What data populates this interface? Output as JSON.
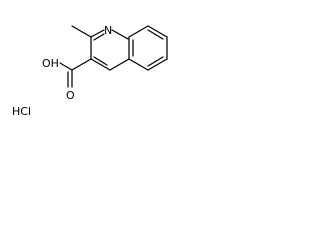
{
  "molecule": {
    "labels": {
      "nitrogen": "N",
      "hydroxyl": "OH",
      "carbonyl_oxygen": "O",
      "salt": "HCl"
    }
  }
}
